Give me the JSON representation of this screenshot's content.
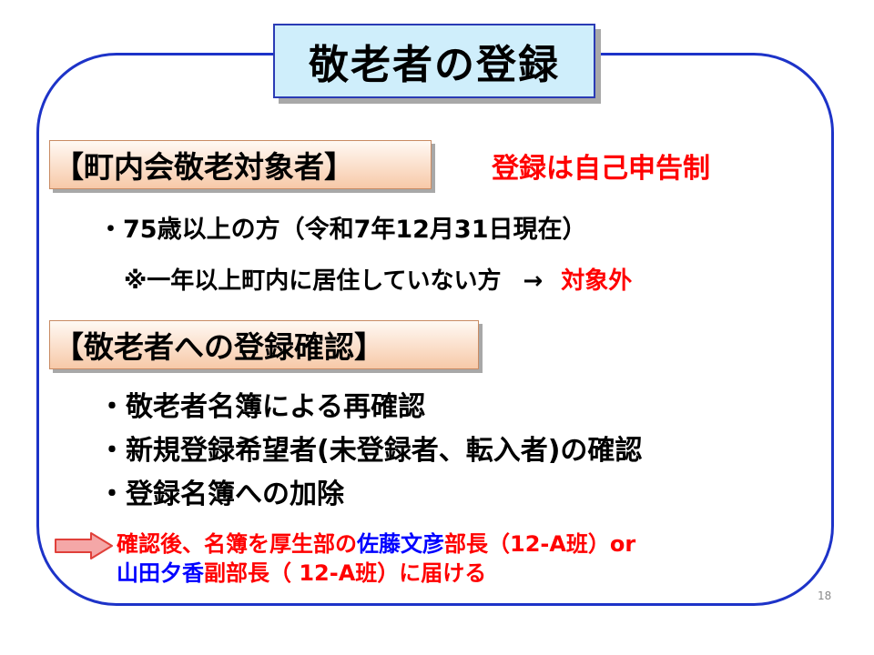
{
  "slide": {
    "title": "敬老者の登録",
    "section1": {
      "heading": "【町内会敬老対象者】",
      "note": "登録は自己申告制",
      "bullet": "・75歳以上の方（令和7年12月31日現在）",
      "exclusion_text": "※一年以上町内に居住していない方",
      "exclusion_arrow": "→",
      "exclusion_result": "対象外"
    },
    "section2": {
      "heading": "【敬老者への登録確認】",
      "items": [
        "・敬老者名簿による再確認",
        "・新規登録希望者(未登録者、転入者)の確認",
        "・登録名簿への加除"
      ]
    },
    "contact_note": {
      "line1_part1": "確認後、名簿を厚生部の",
      "line1_part2": "佐藤文彦",
      "line1_part3": "部長（12-A班）or",
      "line2_part1": "山田夕香",
      "line2_part2": "副部長（ 12-A班）に届ける"
    },
    "page_number": "18",
    "colors": {
      "frame_border": "#1d33c8",
      "title_bg": "#cfeefb",
      "emphasis_red": "#ff0000",
      "emphasis_blue": "#0000ff",
      "arrow_fill": "#f4a7a7",
      "arrow_stroke": "#e0403a"
    }
  }
}
